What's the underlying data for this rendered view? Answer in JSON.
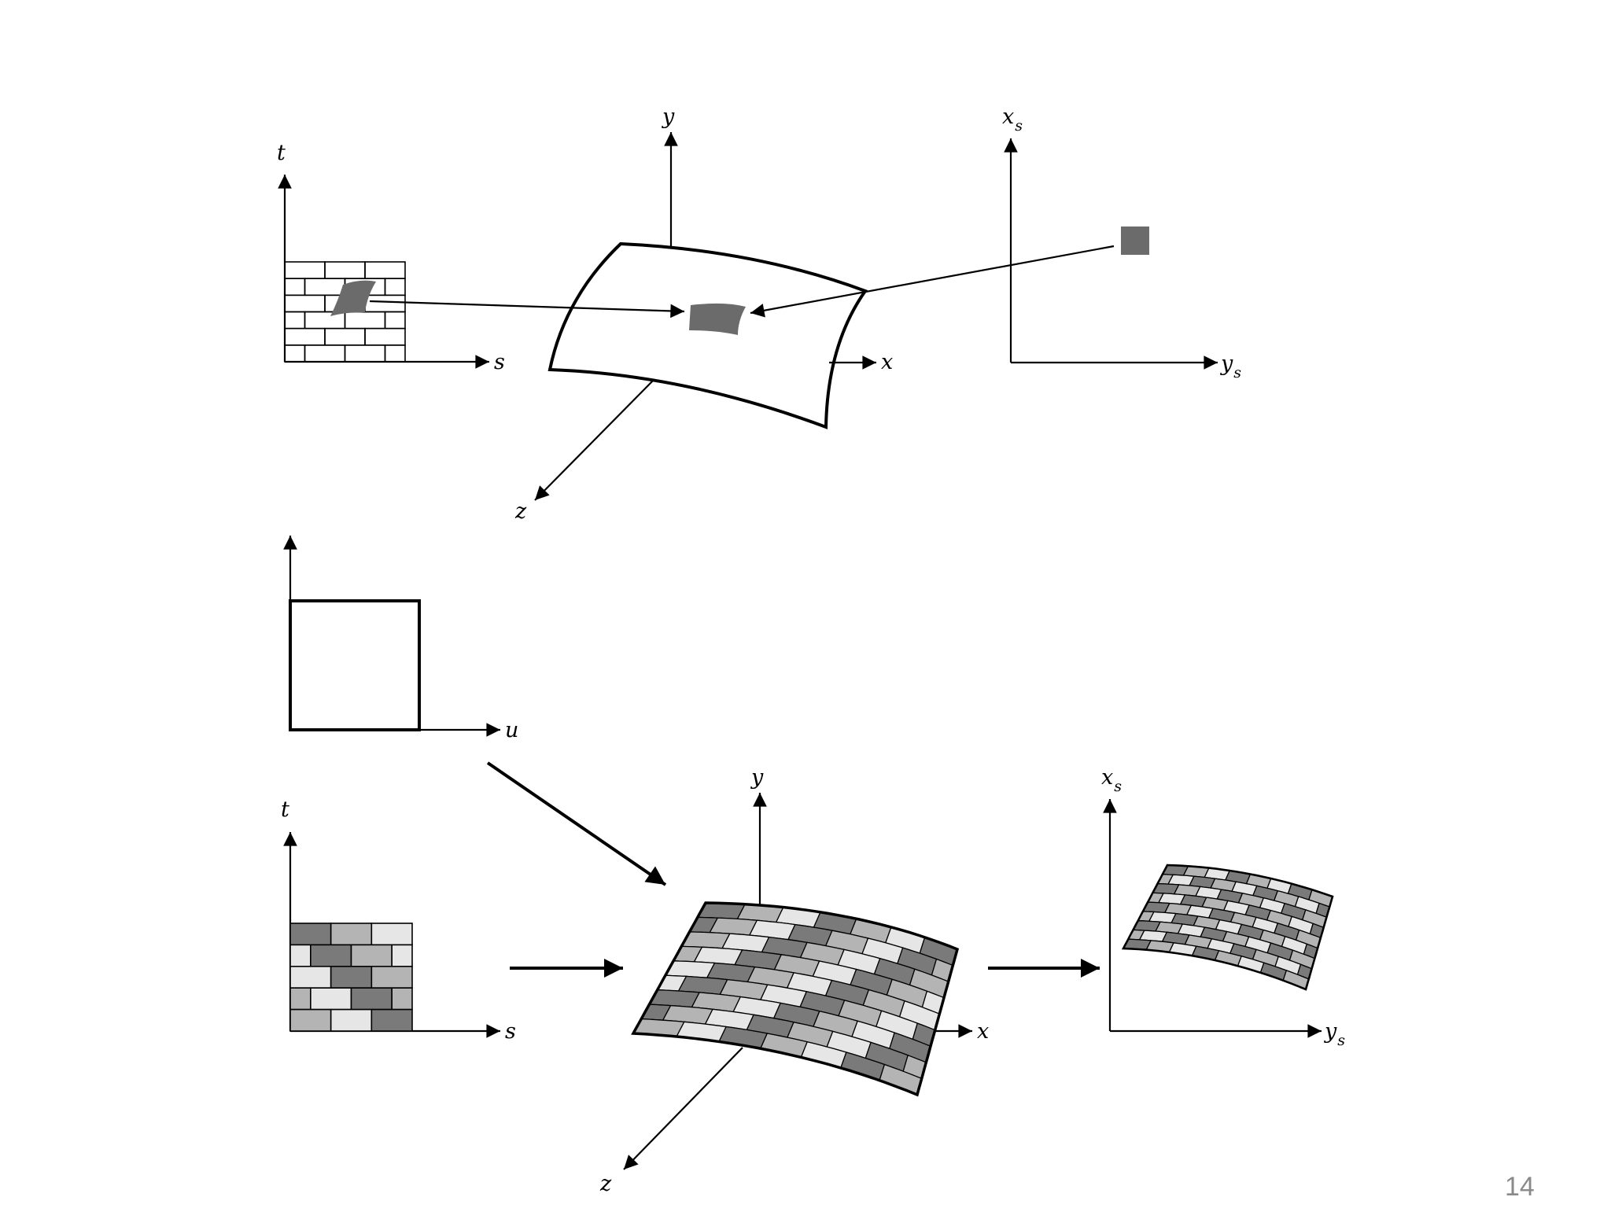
{
  "axes": {
    "t": "t",
    "s": "s",
    "u": "u",
    "x": "x",
    "y": "y",
    "z": "z",
    "xs_main": "x",
    "xs_sub": "s",
    "ys_main": "y",
    "ys_sub": "s"
  },
  "page_number": "14",
  "colors": {
    "ink": "#000000",
    "patch": "#6b6b6b",
    "brick_dark": "#7a7a7a",
    "brick_mid": "#b4b4b4",
    "brick_light": "#e6e6e6",
    "page_number": "#8a8a8a"
  }
}
